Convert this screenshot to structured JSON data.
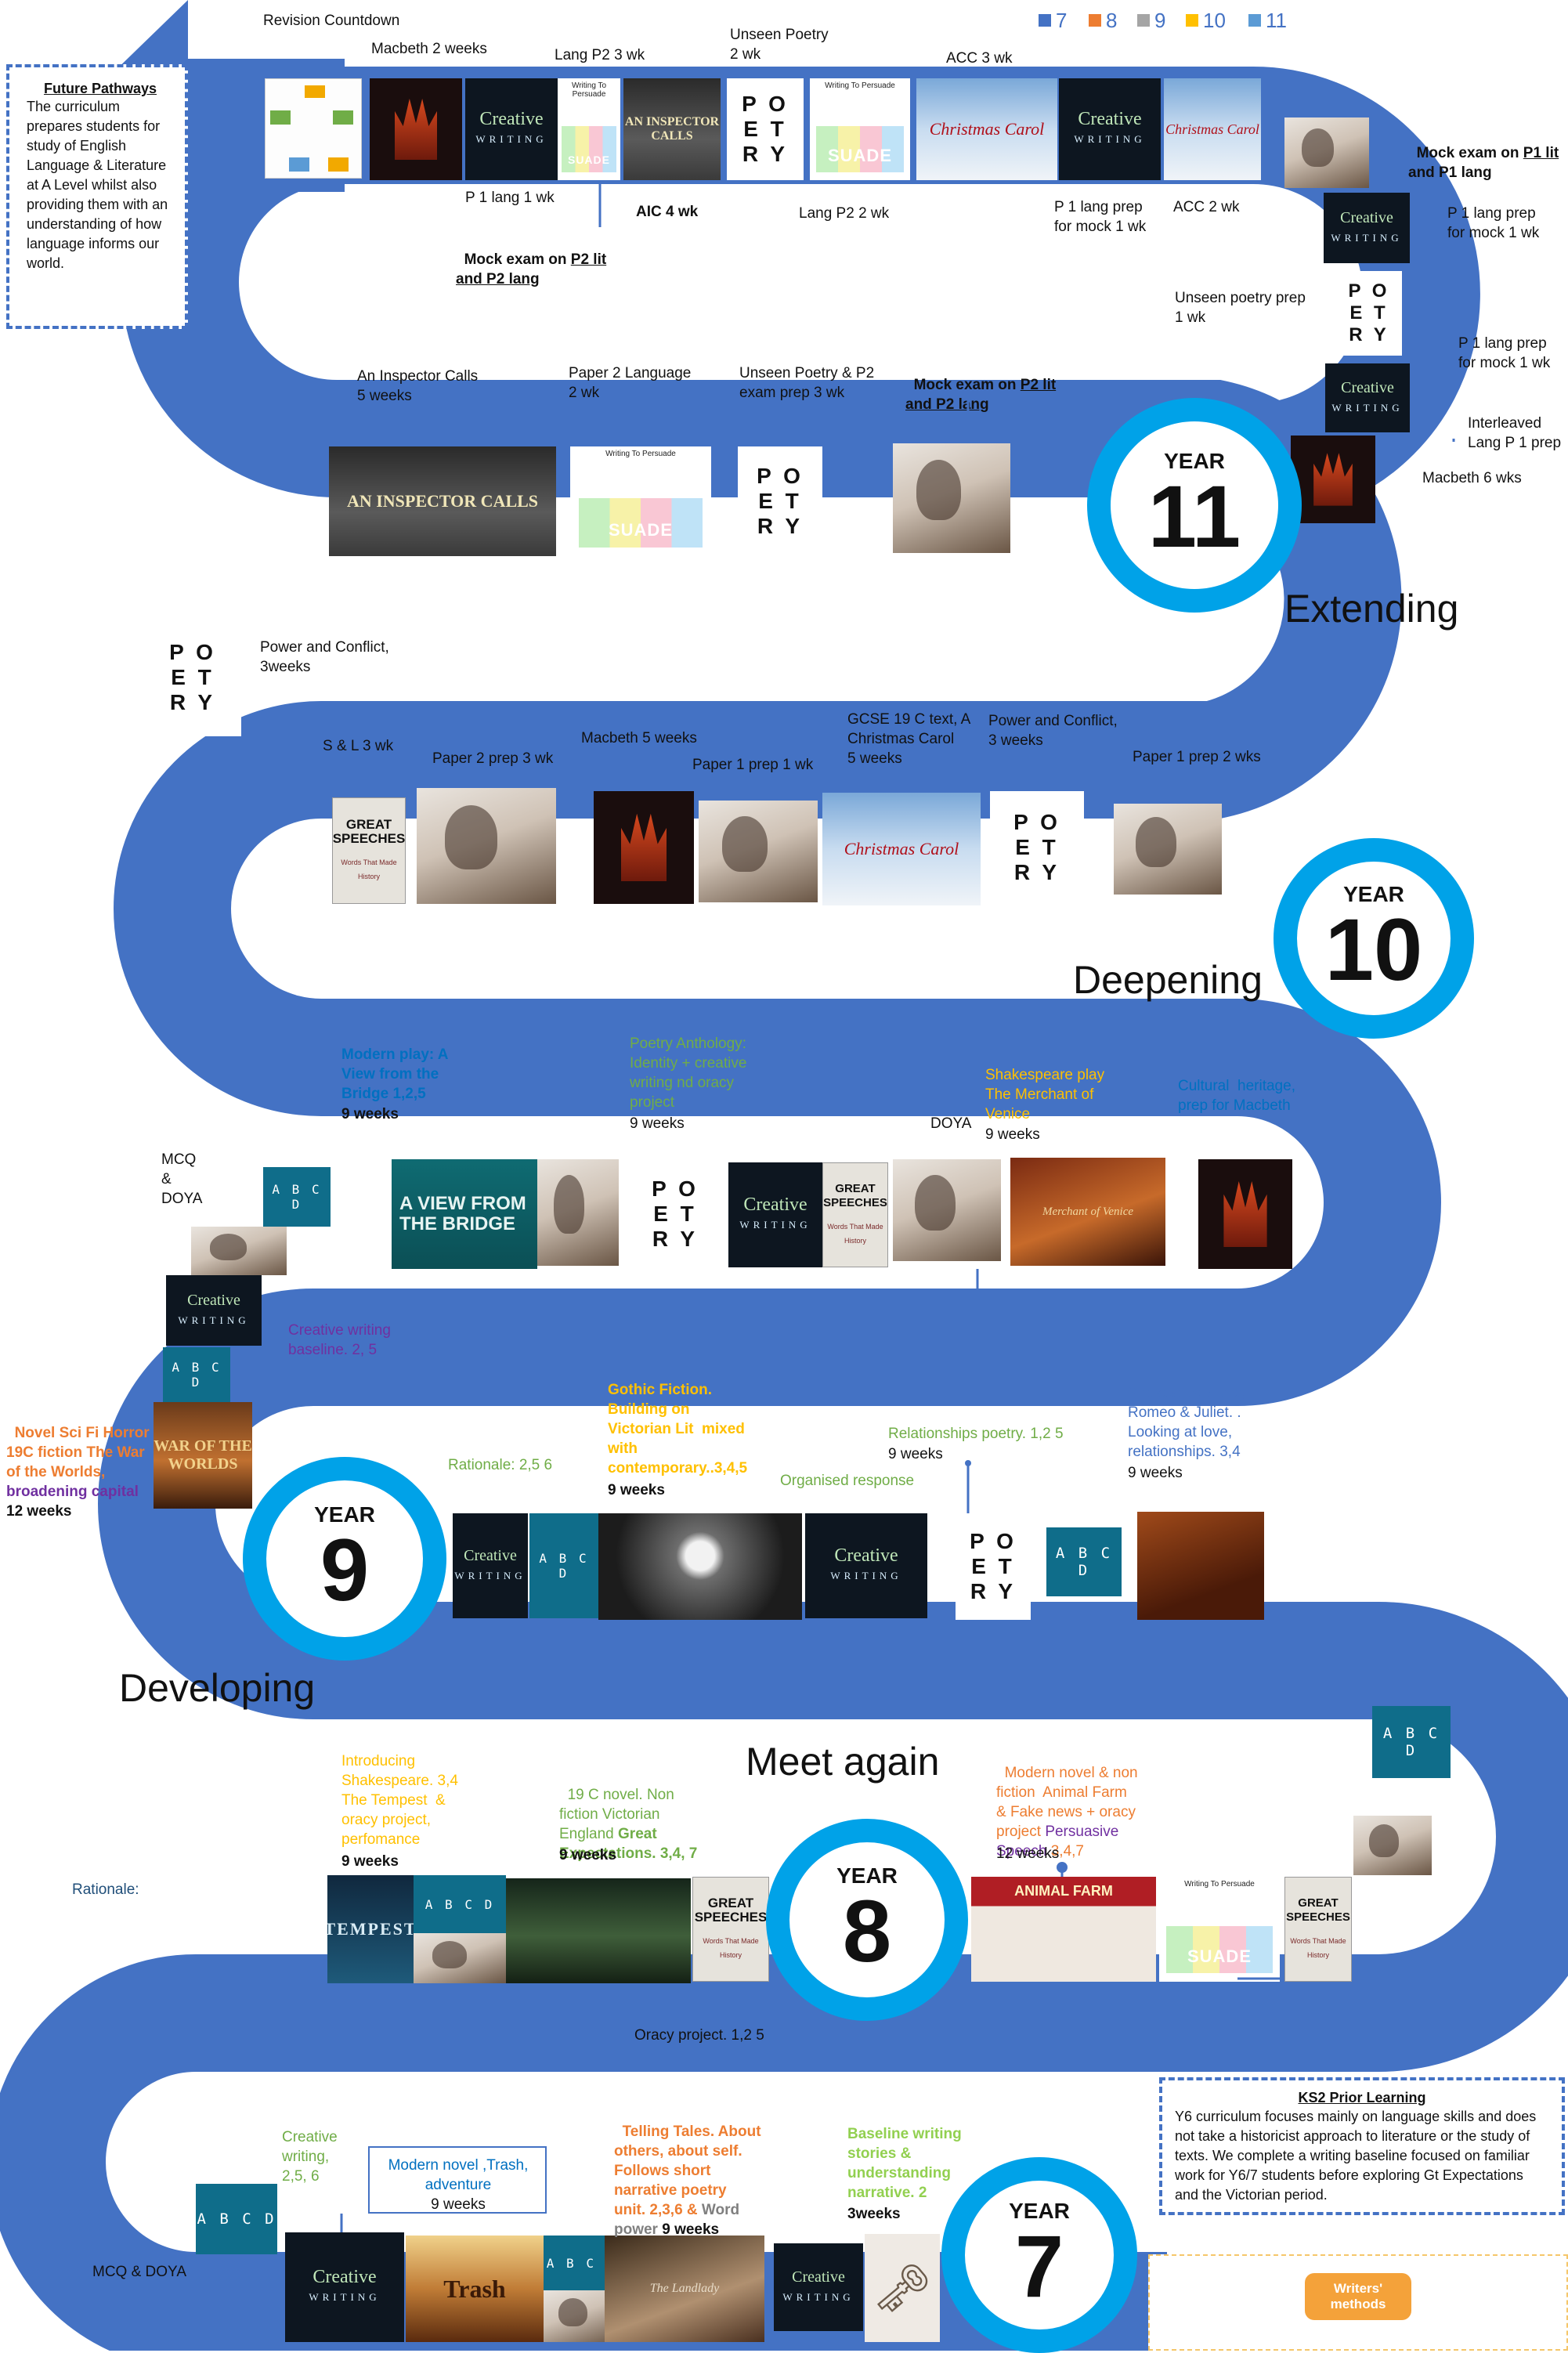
{
  "colors": {
    "road": "#4472c4",
    "ring": "#00a2e8",
    "orange": "#ed7d31",
    "green": "#70ad47",
    "purple": "#7030a0",
    "blue": "#0070c0",
    "gold": "#ffc000",
    "grey": "#a5a5a5",
    "legend_blue": "#5b9bd5"
  },
  "legend": [
    {
      "label": "7",
      "color": "#4472c4"
    },
    {
      "label": "8",
      "color": "#ed7d31"
    },
    {
      "label": "9",
      "color": "#a5a5a5"
    },
    {
      "label": "10",
      "color": "#ffc000"
    },
    {
      "label": "11",
      "color": "#5b9bd5"
    }
  ],
  "future_pathways": {
    "title": "Future Pathways",
    "text": "The curriculum prepares students for study of English Language & Literature at A Level whilst also providing them with an understanding of how language informs our world."
  },
  "ks2": {
    "title": "KS2 Prior Learning",
    "text": "Y6 curriculum focuses mainly on language skills and does not take a historicist approach to literature or the study of texts.  We complete a writing baseline focused on familiar work for Y6/7 students before exploring Gt Expectations and the Victorian period."
  },
  "writers_methods": "Writers' methods",
  "years": {
    "y7": {
      "label": "YEAR",
      "number": "7"
    },
    "y8": {
      "label": "YEAR",
      "number": "8"
    },
    "y9": {
      "label": "YEAR",
      "number": "9"
    },
    "y10": {
      "label": "YEAR",
      "number": "10"
    },
    "y11": {
      "label": "YEAR",
      "number": "11"
    }
  },
  "stages": {
    "extending": "Extending",
    "deepening": "Deepening",
    "developing": "Developing",
    "meet_again": "Meet again"
  },
  "tiles": {
    "creative_title": "Creative",
    "creative_sub": "WRITING",
    "poetry": "P O\nE T\nR Y",
    "abcd": "A B C D",
    "persuade_title": "Writing To Persuade",
    "persuade_overlay": "SUADE",
    "speech_title": "GREAT SPEECHES",
    "speech_sub": "Words That Made History",
    "carol": "Christmas Carol",
    "aic": "AN INSPECTOR CALLS",
    "bridge": "A VIEW FROM THE BRIDGE",
    "merchant": "Merchant of Venice",
    "war": "WAR OF THE WORLDS",
    "tempest": "TEMPEST",
    "animal": "ANIMAL FARM",
    "trash": "Trash",
    "landlady": "The Landlady",
    "key": "🗝"
  },
  "y11": {
    "revision": "Revision Countdown",
    "macbeth": "Macbeth 2 weeks",
    "lang_p2_3": "Lang P2 3 wk",
    "unseen_poetry": "Unseen Poetry\n2 wk",
    "acc3": "ACC 3 wk",
    "p1_lang_1": "P 1 lang 1 wk",
    "mock_p2_pre": "Mock exam on ",
    "mock_p2_u": "P2 lit",
    "mock_p2_and": "and P2 lang",
    "aic4": "AIC 4 wk",
    "lang_p2_2": "Lang P2 2 wk",
    "p1_prep_1": "P 1 lang prep\nfor mock 1 wk",
    "acc2": "ACC 2 wk",
    "mock_p1_pre": "Mock exam on ",
    "mock_p1_u": "P1 lit",
    "mock_p1_and": "and P1 lang",
    "p1_prep_2": "P 1 lang prep\nfor mock 1 wk",
    "unseen_prep": "Unseen poetry prep\n1 wk",
    "p1_prep_3": "P 1 lang prep\nfor mock 1 wk",
    "interleaved": "Interleaved\nLang P 1 prep",
    "macbeth6": "Macbeth 6 wks",
    "aic5": "An Inspector Calls\n5 weeks",
    "paper2": "Paper 2 Language\n2 wk",
    "unseen_p2": "Unseen Poetry & P2\nexam prep 3 wk",
    "mock_p2b_pre": "Mock exam on ",
    "mock_p2b_u": "P2 lit",
    "mock_p2b_and": "and P2 lang"
  },
  "y10": {
    "power1": "Power and Conflict,\n3weeks",
    "sl": "S & L 3 wk",
    "paper2prep": "Paper 2 prep 3 wk",
    "macbeth5": "Macbeth 5 weeks",
    "paper1prep1": "Paper 1 prep 1 wk",
    "carol": "GCSE 19 C text, A\nChristmas Carol\n5 weeks",
    "power2": "Power and Conflict,\n3 weeks",
    "paper1prep2": "Paper 1 prep 2 wks"
  },
  "y9": {
    "modern_play": "Modern play: A\nView from the\nBridge 1,2,5",
    "modern_weeks": "9 weeks",
    "anthology": "Poetry Anthology:\nIdentity + creative\nwriting nd oracy\nproject",
    "anthology_weeks": "9 weeks",
    "shakespeare": "Shakespeare play\nThe Merchant of\nVenice",
    "shakespeare_weeks": "9 weeks",
    "doya": "DOYA",
    "cultural": "Cultural  heritage,\nprep for Macbeth",
    "mcq": "MCQ\n&\nDOYA",
    "creative_baseline": "Creative writing\nbaseline. 2, 5",
    "novel_a": "Novel Sci Fi Horror\n19C fiction The War\nof the Worlds,",
    "novel_b": "broadening capital",
    "novel_weeks": "12 weeks",
    "rationale": "Rationale: 2,5 6",
    "gothic": "Gothic Fiction.\nBuilding on\nVictorian Lit  mixed\nwith\ncontemporary..3,4,5",
    "gothic_weeks": "9 weeks",
    "relationships": "Relationships poetry. 1,2 5",
    "relationships_weeks": "9 weeks",
    "organised": "Organised response",
    "romeo": "Shakespeare play:\nRomeo & Juliet. .\nLooking at love,\nrelationships. 3,4",
    "romeo_weeks": "9 weeks"
  },
  "y8": {
    "shakespeare": "Introducing\nShakespeare. 3,4\nThe Tempest  &\noracy project,\nperfomance",
    "shakespeare_weeks": "9 weeks",
    "nineteenth": "19 C novel. Non\nfiction Victorian\nEngland ",
    "nineteenth_b1": "Great",
    "nineteenth_b2": "\nExpectations. 3,4, 7",
    "nineteenth_weeks": "9 weeks",
    "modern": "Modern novel & non\nfiction  Animal Farm\n& Fake news + oracy\nproject ",
    "modern_p": "Persuasive\nSpeech",
    "modern_n": " 3,4,7",
    "modern_weeks": "12 weeks",
    "rationale": "Rationale:",
    "oracy": "Oracy project. 1,2 5"
  },
  "y7": {
    "creative": "Creative\nwriting,\n2,5, 6",
    "modern_novel": "Modern novel ,Trash,\nadventure",
    "modern_weeks": "9 weeks",
    "tales": "Telling Tales. About\nothers, about self.\nFollows short\nnarrative poetry\nunit. 2,3,6 & ",
    "tales_grey": "Word\npower",
    "tales_weeks": " 9 weeks",
    "baseline": "Baseline writing\nstories &\nunderstanding\nnarrative. 2",
    "baseline_weeks": "3weeks",
    "mcq": "MCQ & DOYA"
  }
}
